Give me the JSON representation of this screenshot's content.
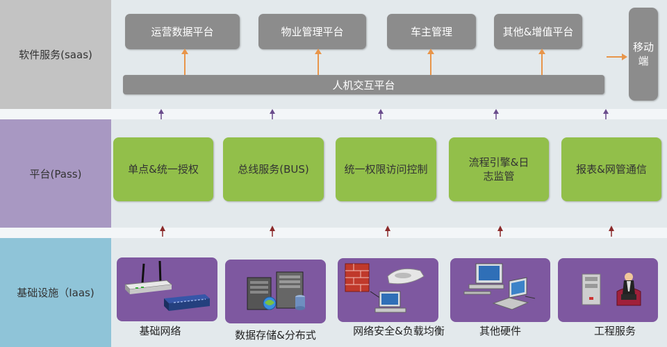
{
  "layers": {
    "saas": {
      "label": "软件服务(saas)",
      "color": "#c3c3c3"
    },
    "paas": {
      "label": "平台(Pass)",
      "color": "#a898c2"
    },
    "iaas": {
      "label": "基础设施（Iaas)",
      "color": "#8fc4d8"
    }
  },
  "saas": {
    "apps": [
      "运营数据平台",
      "物业管理平台",
      "车主管理",
      "其他&增值平台"
    ],
    "interaction": "人机交互平台",
    "mobile": "移动端"
  },
  "paas": {
    "modules": [
      "单点&统一授权",
      "总线服务(BUS)",
      "统一权限访问控制",
      "流程引擎&日志监管",
      "报表&网管通信"
    ]
  },
  "iaas": {
    "items": [
      {
        "label": "基础网络",
        "icon": "router-icon"
      },
      {
        "label": "数据存储&分布式",
        "icon": "server-storage-icon"
      },
      {
        "label": "网络安全&负载均衡",
        "icon": "firewall-icon"
      },
      {
        "label": "其他硬件",
        "icon": "computer-icon"
      },
      {
        "label": "工程服务",
        "icon": "engineer-icon"
      }
    ]
  },
  "colors": {
    "gray_box": "#8c8c8c",
    "green_box": "#92bf4a",
    "purple_box": "#7e58a0",
    "orange_arrow": "#e8954a",
    "purple_arrow": "#6a4c8c",
    "red_arrow": "#8b2a2a"
  }
}
